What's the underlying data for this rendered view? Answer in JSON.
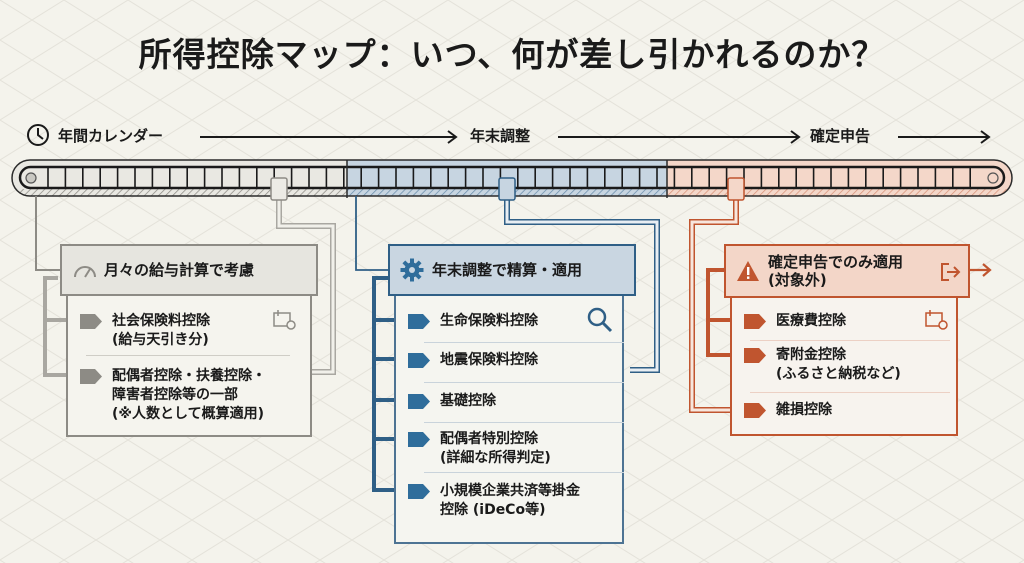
{
  "title": "所得控除マップ：いつ、何が差し引かれるのか？",
  "timeline": {
    "icon": "clock-icon",
    "stages": [
      {
        "label": "年間カレンダー"
      },
      {
        "label": "年末調整"
      },
      {
        "label": "確定申告"
      }
    ]
  },
  "colors": {
    "gray": "#8d8b85",
    "blue": "#2f5f86",
    "red": "#c0552f",
    "background": "#f4f3ec"
  },
  "sections": [
    {
      "id": "monthly",
      "theme": "gray",
      "icon": "gauge-icon",
      "heading": "月々の給与計算で考慮",
      "side_icon": "calendar-gear-icon",
      "items": [
        {
          "lines": [
            "社会保険料控除",
            "(給与天引き分)"
          ]
        },
        {
          "lines": [
            "配偶者控除・扶養控除・",
            "障害者控除等の一部",
            "(※人数として概算適用)"
          ]
        }
      ]
    },
    {
      "id": "year-end",
      "theme": "blue",
      "icon": "gear-icon",
      "heading": "年末調整で精算・適用",
      "side_icon": "search-icon",
      "items": [
        {
          "lines": [
            "生命保険料控除"
          ]
        },
        {
          "lines": [
            "地震保険料控除"
          ]
        },
        {
          "lines": [
            "基礎控除"
          ]
        },
        {
          "lines": [
            "配偶者特別控除",
            "(詳細な所得判定)"
          ]
        },
        {
          "lines": [
            "小規模企業共済等掛金",
            "控除 (iDeCo等)"
          ]
        }
      ]
    },
    {
      "id": "tax-return",
      "theme": "red",
      "icon": "warning-icon",
      "heading_lines": [
        "確定申告でのみ適用",
        "(対象外)"
      ],
      "exit_icon": "exit-arrow-icon",
      "side_icon": "calendar-gear-icon",
      "items": [
        {
          "lines": [
            "医療費控除"
          ]
        },
        {
          "lines": [
            "寄附金控除",
            "(ふるさと納税など)"
          ]
        },
        {
          "lines": [
            "雑損控除"
          ]
        }
      ]
    }
  ]
}
